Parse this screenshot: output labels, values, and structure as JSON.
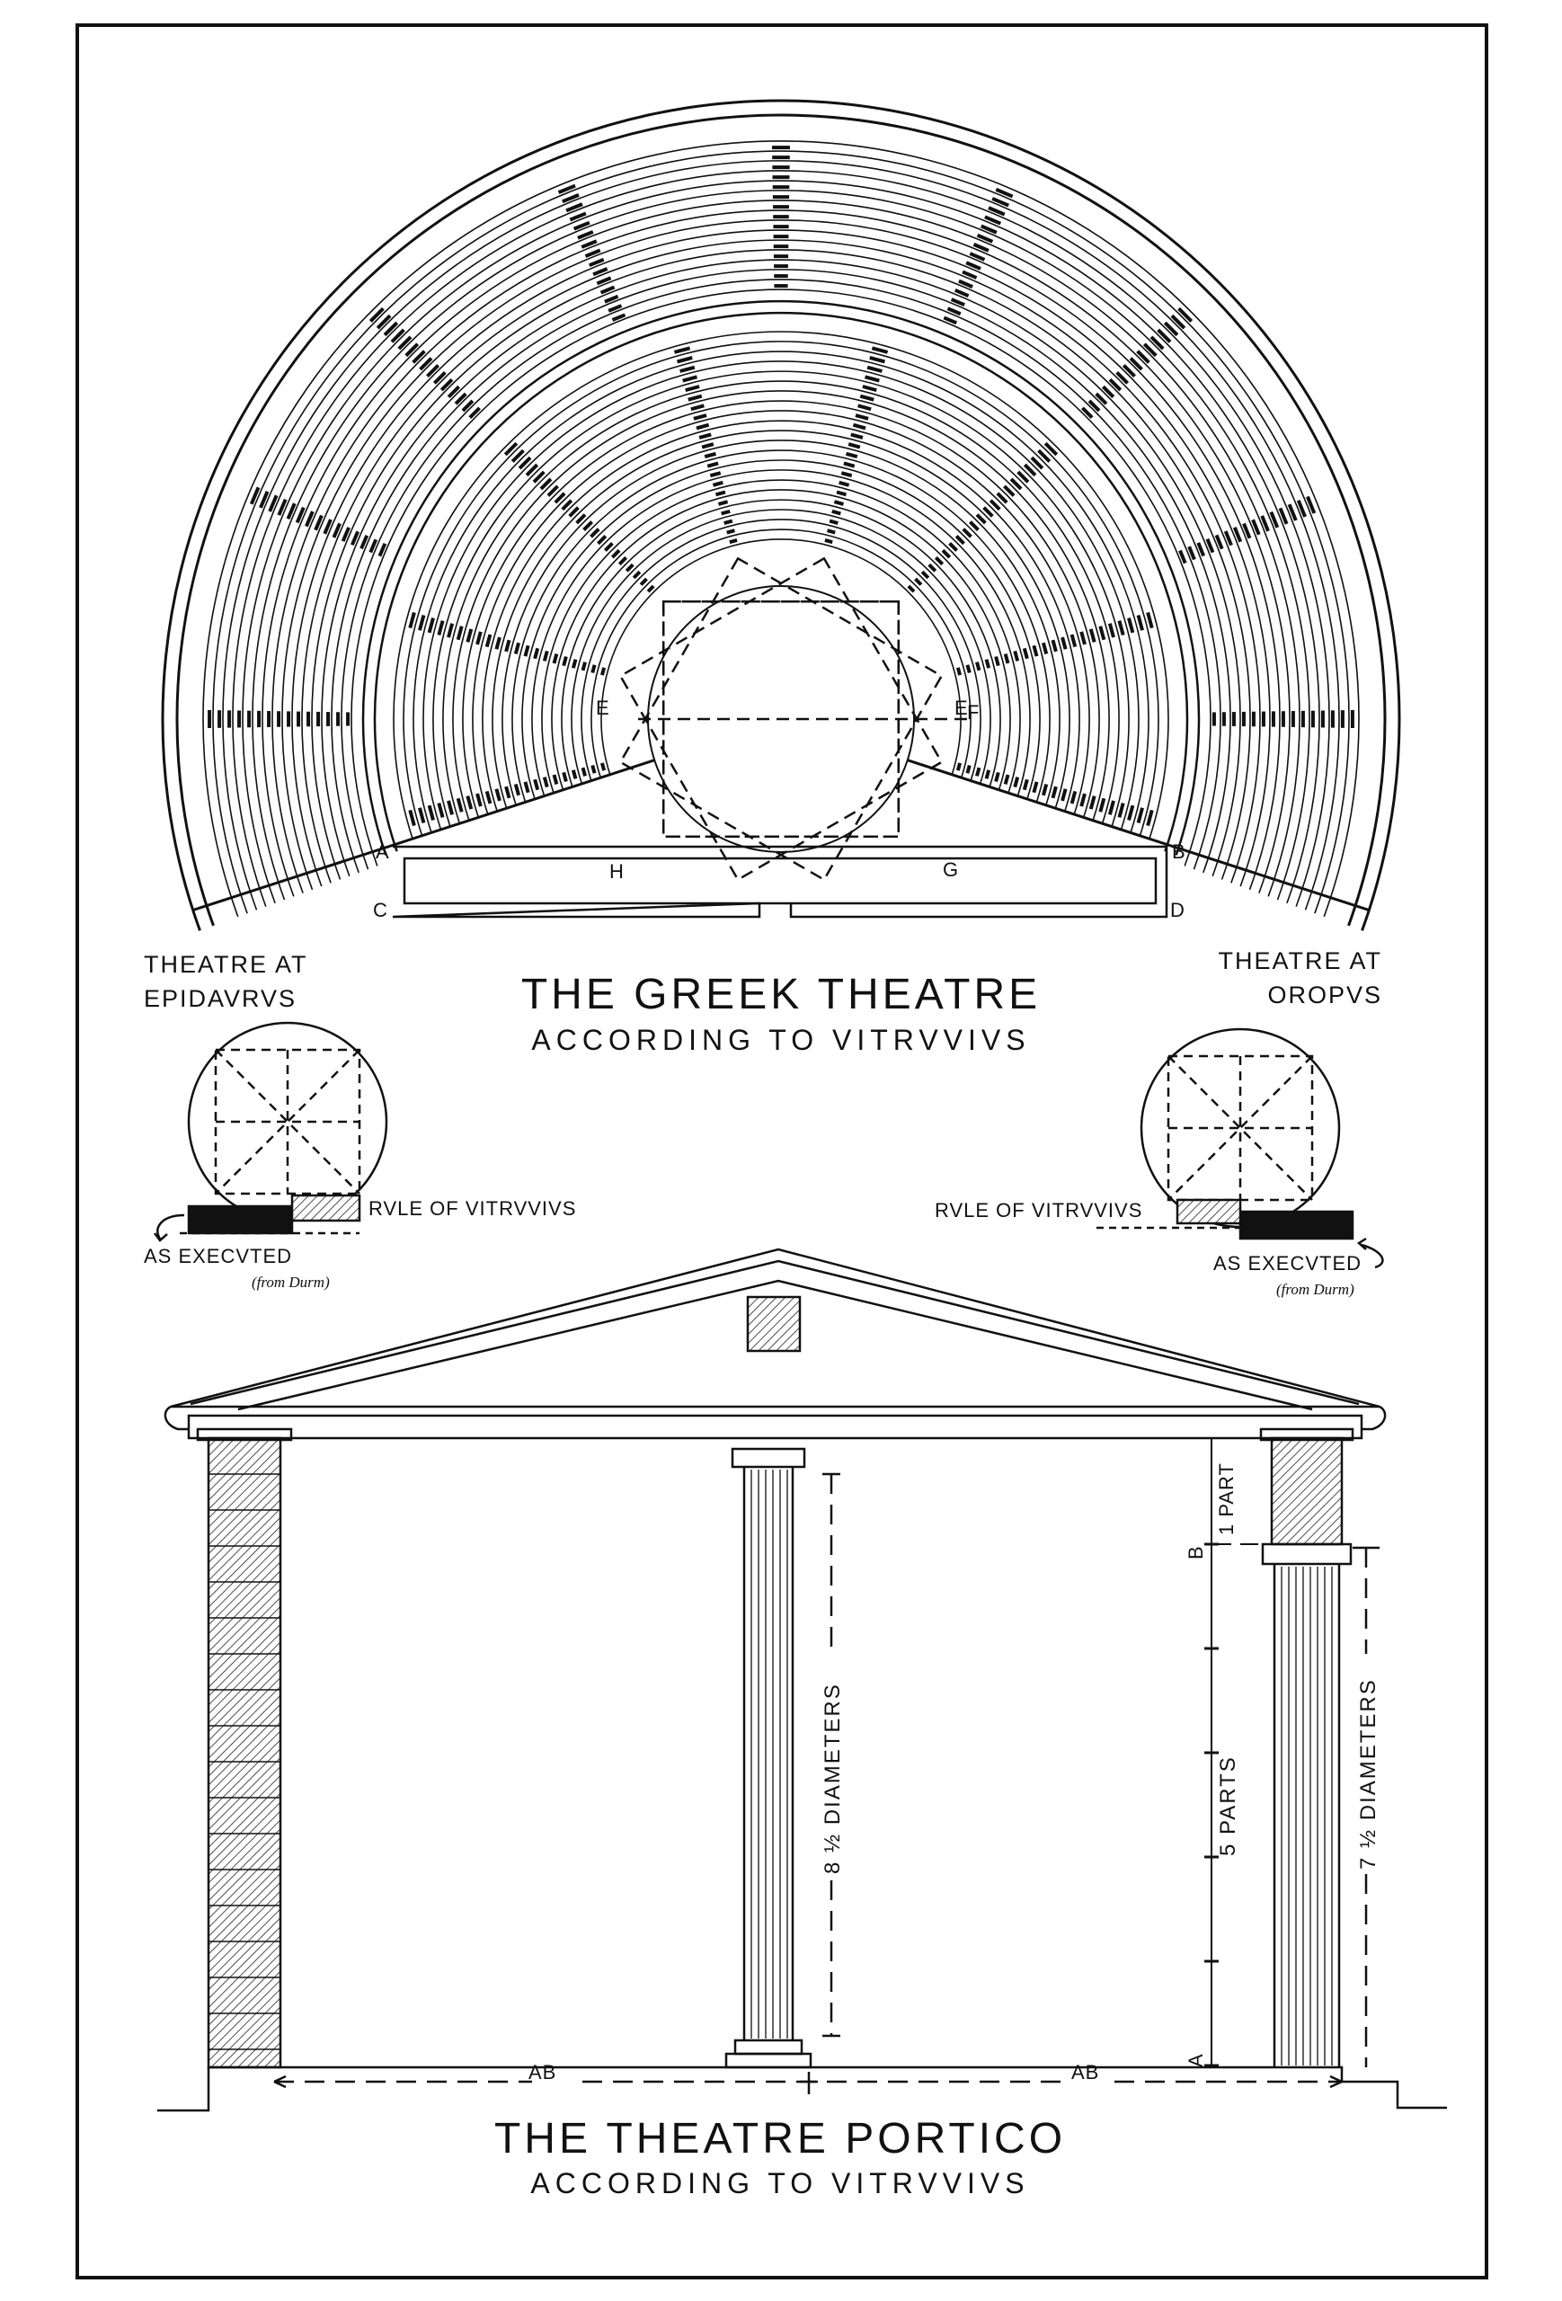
{
  "greek_theatre": {
    "title": "THE GREEK THEATRE",
    "subtitle": "ACCORDING TO VITRVVIVS",
    "points": {
      "a": "A",
      "b": "B",
      "c": "C",
      "d": "D",
      "e1": "E",
      "e2": "E",
      "f": "F",
      "g": "G",
      "h": "H"
    }
  },
  "epidaurus": {
    "label_line1": "THEATRE AT",
    "label_line2": "EPIDAVRVS",
    "rule": "RVLE OF VITRVVIVS",
    "executed": "AS EXECVTED",
    "source": "(from Durm)"
  },
  "oropus": {
    "label_line1": "THEATRE AT",
    "label_line2": "OROPVS",
    "rule": "RVLE OF VITRVVIVS",
    "executed": "AS EXECVTED",
    "source": "(from Durm)"
  },
  "portico": {
    "title": "THE THEATRE PORTICO",
    "subtitle": "ACCORDING TO VITRVVIVS",
    "center_column_height": "8 ½ DIAMETERS",
    "right_column_height": "7 ½ DIAMETERS",
    "upper_part": "1 PART",
    "lower_parts": "5 PARTS",
    "point_a": "A",
    "point_b": "B",
    "span_left": "AB",
    "span_right": "AB"
  }
}
